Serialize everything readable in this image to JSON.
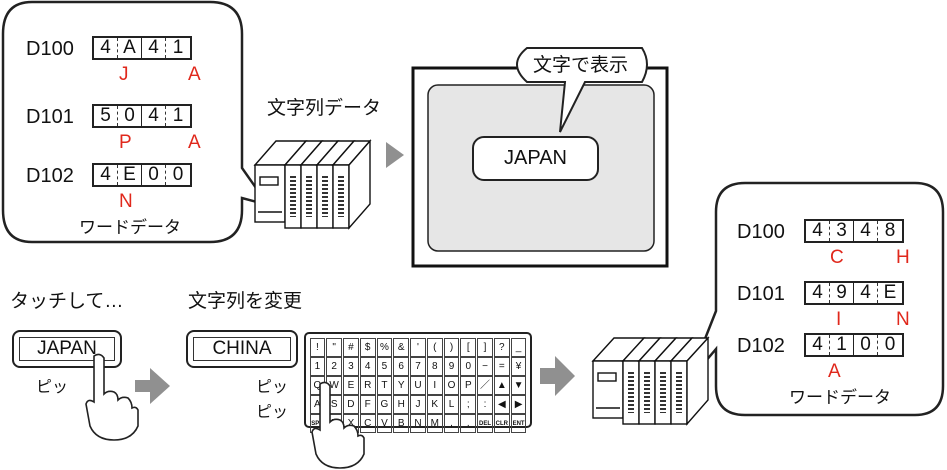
{
  "plc_top": {
    "registers": [
      {
        "label": "D100",
        "cells": [
          "4",
          "A",
          "4",
          "1"
        ],
        "chars": [
          "J",
          "A"
        ]
      },
      {
        "label": "D101",
        "cells": [
          "5",
          "0",
          "4",
          "1"
        ],
        "chars": [
          "P",
          "A"
        ]
      },
      {
        "label": "D102",
        "cells": [
          "4",
          "E",
          "0",
          "0"
        ],
        "chars": [
          "N",
          ""
        ]
      }
    ],
    "caption": "ワードデータ"
  },
  "string_data_label": "文字列データ",
  "screen": {
    "bubble": "文字で表示",
    "display": "JAPAN"
  },
  "touch": {
    "caption": "タッチして…",
    "field_value": "JAPAN",
    "sound": "ピッ"
  },
  "change": {
    "caption": "文字列を変更",
    "field_value": "CHINA",
    "sound1": "ピッ",
    "sound2": "ピッ"
  },
  "keyboard": {
    "rows": [
      [
        "!",
        "\"",
        "#",
        "$",
        "%",
        "&",
        "'",
        "(",
        ")",
        "[",
        "]",
        "?",
        "_"
      ],
      [
        "1",
        "2",
        "3",
        "4",
        "5",
        "6",
        "7",
        "8",
        "9",
        "0",
        "−",
        "=",
        "¥"
      ],
      [
        "Q",
        "W",
        "E",
        "R",
        "T",
        "Y",
        "U",
        "I",
        "O",
        "P",
        "／",
        "▲",
        "▼"
      ],
      [
        "A",
        "S",
        "D",
        "F",
        "G",
        "H",
        "J",
        "K",
        "L",
        ";",
        ":",
        "◀",
        "▶"
      ],
      [
        "SPC",
        "Z",
        "X",
        "C",
        "V",
        "B",
        "N",
        "M",
        ",",
        ".",
        "DEL",
        "CLR",
        "ENT"
      ]
    ]
  },
  "plc_bottom": {
    "registers": [
      {
        "label": "D100",
        "cells": [
          "4",
          "3",
          "4",
          "8"
        ],
        "chars": [
          "C",
          "H"
        ]
      },
      {
        "label": "D101",
        "cells": [
          "4",
          "9",
          "4",
          "E"
        ],
        "chars": [
          "I",
          "N"
        ]
      },
      {
        "label": "D102",
        "cells": [
          "4",
          "1",
          "0",
          "0"
        ],
        "chars": [
          "A",
          ""
        ]
      }
    ],
    "caption": "ワードデータ"
  },
  "colors": {
    "char": "#e0281c",
    "arrow": "#909090",
    "screen_fill": "#e6e6e6"
  }
}
